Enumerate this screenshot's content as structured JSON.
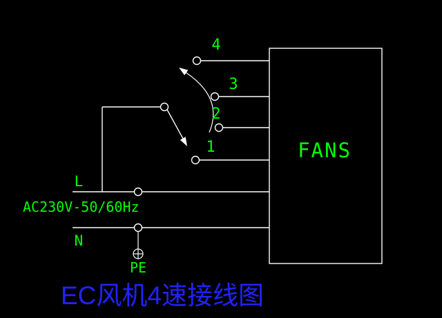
{
  "diagram": {
    "title": "EC风机4速接线图",
    "fans_label": "FANS",
    "speed_labels": {
      "s1": "1",
      "s2": "2",
      "s3": "3",
      "s4": "4"
    },
    "line_label": "L",
    "neutral_label": "N",
    "supply_label": "AC230V-50/60Hz",
    "pe_label": "PE",
    "colors": {
      "background": "#000000",
      "wire": "#ffffff",
      "text_green": "#00ff00",
      "title_blue": "#2222ff"
    }
  }
}
